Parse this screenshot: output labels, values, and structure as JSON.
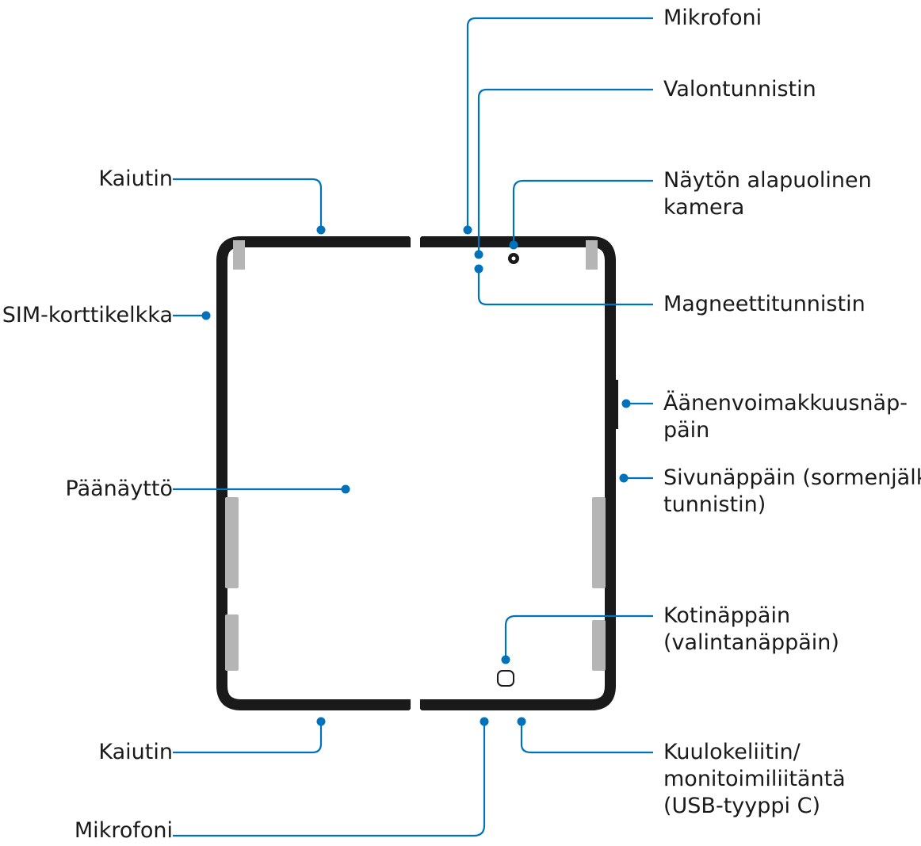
{
  "diagram": {
    "colors": {
      "leader": "#0072bc",
      "frame": "#1a1a1a",
      "antenna_strip": "#b5b5b5",
      "background": "#ffffff",
      "text": "#1a1a1a"
    },
    "labels": {
      "mic_top": "Mikrofoni",
      "light_sensor": "Valontunnistin",
      "udc_line1": "Näytön alapuolinen",
      "udc_line2": "kamera",
      "magnetic_sensor": "Magneettitunnistin",
      "volume_line1": "Äänenvoimakkuusnäp-",
      "volume_line2": "päin",
      "side_key_line1": "Sivunäppäin (sormenjälki-",
      "side_key_line2": "tunnistin)",
      "home_key_line1": "Kotinäppäin",
      "home_key_line2": "(valintanäppäin)",
      "earjack_line1": "Kuulokeliitin/",
      "earjack_line2": "monitoimiliitäntä",
      "earjack_line3": "(USB-tyyppi C)",
      "speaker_top": "Kaiutin",
      "sim_tray": "SIM-korttikelkka",
      "main_screen": "Päänäyttö",
      "speaker_bottom": "Kaiutin",
      "mic_bottom": "Mikrofoni"
    }
  }
}
